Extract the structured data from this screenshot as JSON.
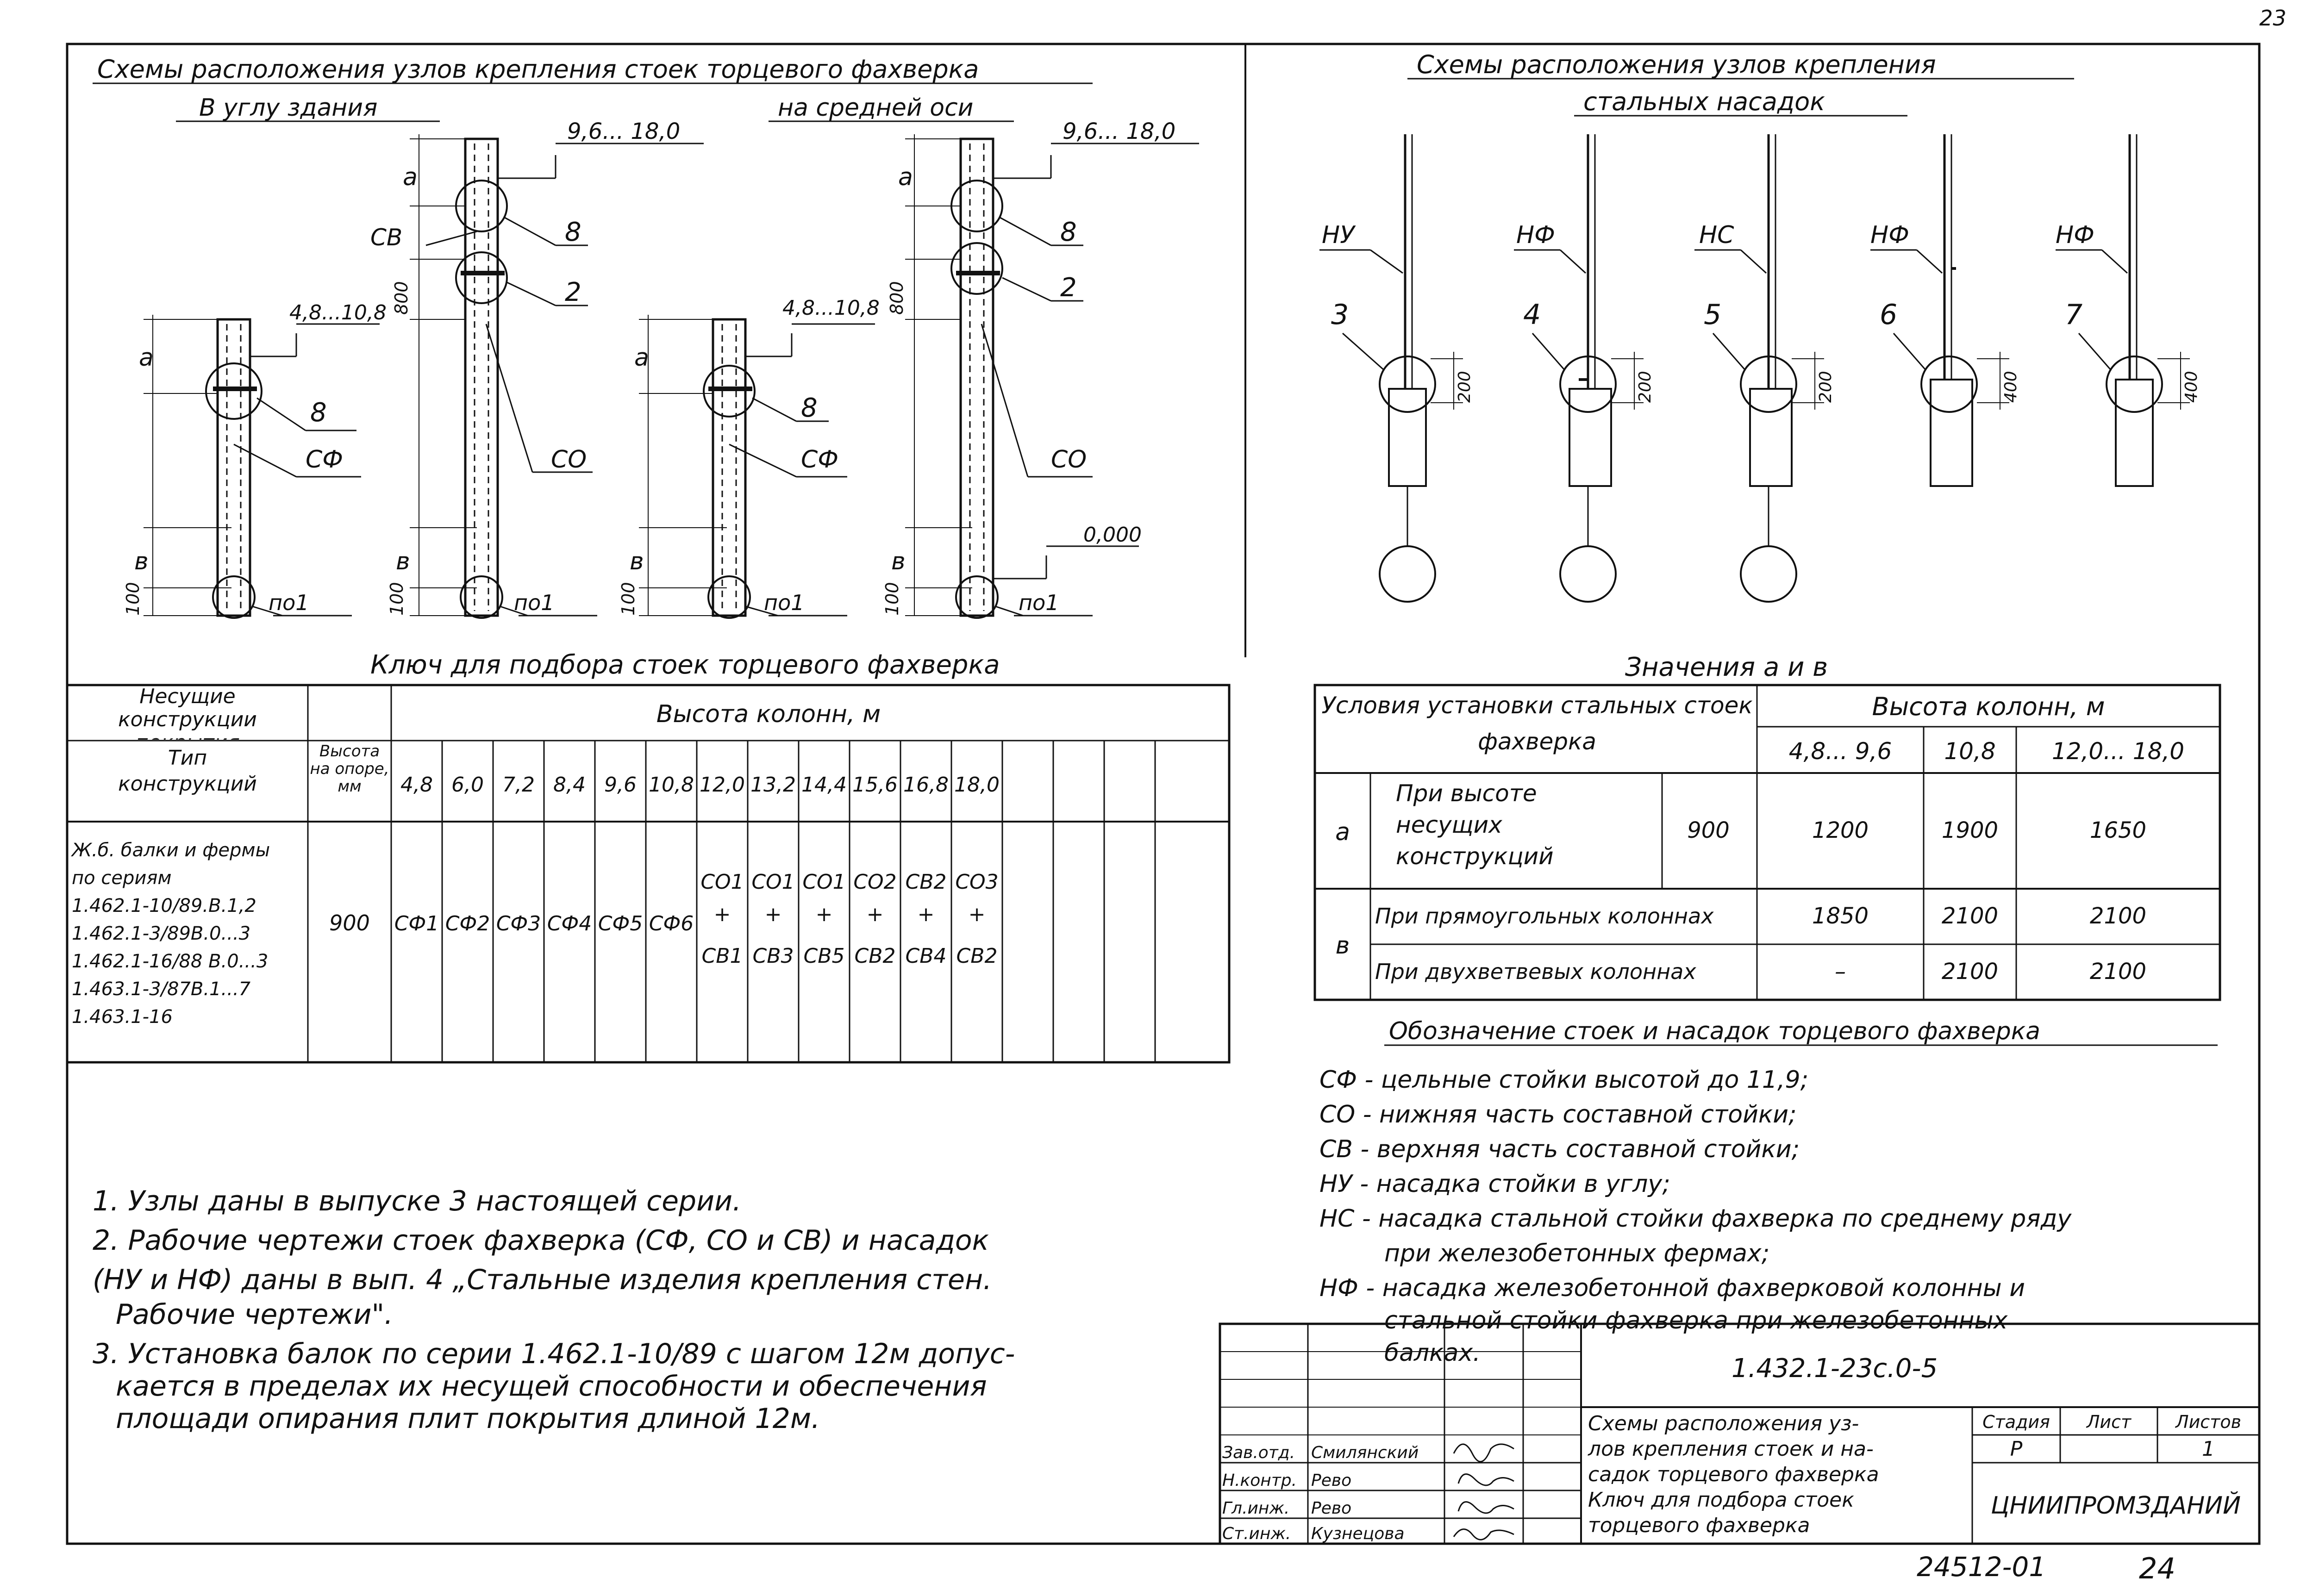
{
  "page_number": "23",
  "left_title": "Схемы расположения узлов крепления стоек торцевого фахверка",
  "corner_subtitle": "В углу здания",
  "middle_subtitle": "на средней оси",
  "right_title_line1": "Схемы расположения узлов крепления",
  "right_title_line2": "стальных насадок",
  "diagram_labels": {
    "a": "а",
    "b": "в",
    "cb": "СВ",
    "co": "СО",
    "cf": "СФ",
    "n8": "8",
    "n2": "2",
    "p01": "по1",
    "d96_180": "9,6... 18,0",
    "d48_108": "4,8...10,8",
    "d100": "100",
    "d800": "800",
    "zero": "0,000"
  },
  "nozzle_labels": {
    "items": [
      {
        "code": "НУ",
        "num": "3",
        "dim": "200"
      },
      {
        "code": "НФ",
        "num": "4",
        "dim": "200"
      },
      {
        "code": "НС",
        "num": "5",
        "dim": "200"
      },
      {
        "code": "НФ",
        "num": "6",
        "dim": "400"
      },
      {
        "code": "НФ",
        "num": "7",
        "dim": "400"
      }
    ]
  },
  "key_title": "Ключ для подбора стоек торцевого фахверка",
  "key_table": {
    "h_supports": "Несущие конструкции покрытия",
    "h_heights": "Высота колонн, м",
    "h_type": "Тип конструкций",
    "h_support_height": "Высота на опоре, мм",
    "col_heights": [
      "4,8",
      "6,0",
      "7,2",
      "8,4",
      "9,6",
      "10,8",
      "12,0",
      "13,2",
      "14,4",
      "15,6",
      "16,8",
      "18,0"
    ],
    "type_lines": [
      "Ж.б. балки и фермы",
      "по сериям",
      "1.462.1-10/89.В.1,2",
      "1.462.1-3/89В.0...3",
      "1.462.1-16/88 В.0...3",
      "1.463.1-3/87В.1...7",
      "1.463.1-16"
    ],
    "support_height": "900",
    "single_cells": [
      "СФ1",
      "СФ2",
      "СФ3",
      "СФ4",
      "СФ5",
      "СФ6"
    ],
    "combo_cells": [
      {
        "top": "СО1",
        "bottom": "СВ1"
      },
      {
        "top": "СО1",
        "bottom": "СВ3"
      },
      {
        "top": "СО1",
        "bottom": "СВ5"
      },
      {
        "top": "СО2",
        "bottom": "СВ2"
      },
      {
        "top": "СВ2",
        "bottom": "СВ4"
      },
      {
        "top": "СО3",
        "bottom": "СВ2"
      }
    ],
    "plus": "+"
  },
  "values_title": "Значения а и в",
  "values_table": {
    "h_conditions": "Условия установки стальных стоек фахверка",
    "h_heights": "Высота колонн, м",
    "col_heads": [
      "4,8... 9,6",
      "10,8",
      "12,0... 18,0"
    ],
    "row_a": {
      "label": "а",
      "cond": "При высоте несущих конструкций",
      "val": "900",
      "v1": "1200",
      "v2": "1900",
      "v3": "1650"
    },
    "row_b1": {
      "label": "в",
      "cond": "При прямоугольных колоннах",
      "v1": "1850",
      "v2": "2100",
      "v3": "2100"
    },
    "row_b2": {
      "cond": "При двухветвевых колоннах",
      "v1": "–",
      "v2": "2100",
      "v3": "2100"
    }
  },
  "legend_title": "Обозначение стоек и насадок торцевого фахверка",
  "legend_lines": [
    "СФ - цельные стойки высотой до 11,9;",
    "СО - нижняя часть составной стойки;",
    "СВ - верхняя часть составной стойки;",
    "НУ - насадка стойки в углу;",
    "НС - насадка стальной стойки фахверка по среднему ряду",
    "при железобетонных фермах;",
    "НФ - насадка железобетонной фахверковой колонны и",
    "стальной стойки фахверка при железобетонных",
    "балках."
  ],
  "notes": [
    "1. Узлы даны в выпуске 3 настоящей серии.",
    "2. Рабочие чертежи стоек фахверка (СФ, СО и СВ) и насадок",
    "(НУ и НФ) даны в вып. 4 „Стальные изделия крепления стен.",
    "Рабочие чертежи\".",
    "3. Установка балок по серии 1.462.1-10/89 с шагом 12м допус-",
    "кается в пределах их несущей способности и обеспечения",
    "площади опирания плит покрытия длиной 12м."
  ],
  "stamp": {
    "doc_code": "1.432.1-23с.0-5",
    "title_lines": [
      "Схемы расположения уз-",
      "лов крепления стоек и на-",
      "садок торцевого фахверка",
      "Ключ для подбора стоек",
      "торцевого фахверка"
    ],
    "stage_head": "Стадия",
    "sheet_head": "Лист",
    "sheets_head": "Листов",
    "stage": "Р",
    "sheets": "1",
    "org": "ЦНИИПРОМЗДАНИЙ",
    "roles": [
      {
        "role": "Зав.отд.",
        "name": "Смилянский"
      },
      {
        "role": "Н.контр.",
        "name": "Рево"
      },
      {
        "role": "Гл.инж.",
        "name": "Рево"
      },
      {
        "role": "Ст.инж.",
        "name": "Кузнецова"
      }
    ]
  },
  "footer_code": "24512-01",
  "footer_page": "24"
}
